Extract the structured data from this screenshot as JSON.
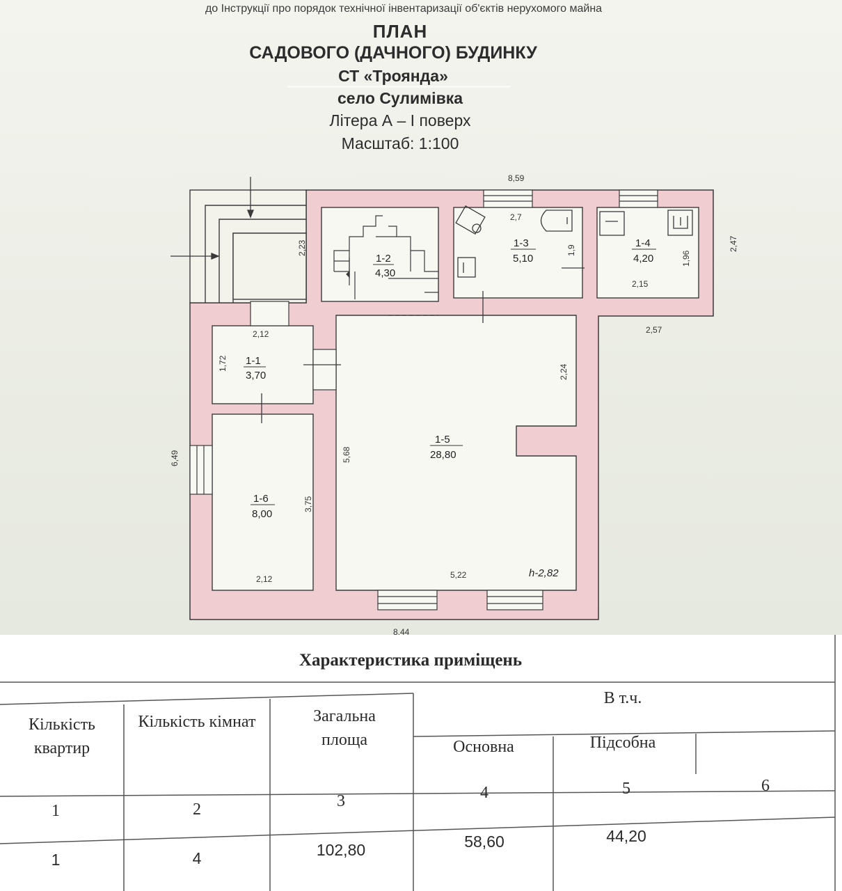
{
  "header": {
    "note": "до Інструкції про порядок технічної інвентаризації об'єктів нерухомого майна",
    "title": "ПЛАН",
    "subtitle": "САДОВОГО (ДАЧНОГО) БУДИНКУ",
    "st": "СТ «Троянда»",
    "village": "село Сулимівка",
    "litera": "Літера А – І поверх",
    "scale": "Масштаб: 1:100"
  },
  "plan": {
    "dims": {
      "top": "8,59",
      "bottom": "8,44",
      "left_height": "6,49",
      "right_1_4": "2,47",
      "porch": "2,23",
      "r1_1_w": "2,12",
      "r1_1_h": "1,72",
      "r1_3_w": "2,7",
      "r1_3_h": "1,9",
      "r1_4_w": "2,15",
      "r1_4_h": "1,96",
      "below_1_4": "2,57",
      "r1_5_upper": "2,24",
      "r1_5_h": "5,68",
      "r1_5_w": "5,22",
      "r1_6_h": "3,75",
      "r1_6_w": "2,12"
    },
    "rooms": [
      {
        "id": "1-1",
        "area": "3,70"
      },
      {
        "id": "1-2",
        "area": "4,30"
      },
      {
        "id": "1-3",
        "area": "5,10"
      },
      {
        "id": "1-4",
        "area": "4,20"
      },
      {
        "id": "1-5",
        "area": "28,80"
      },
      {
        "id": "1-6",
        "area": "8,00"
      }
    ],
    "height": "h-2,82",
    "colors": {
      "wall": "#f0cdd0",
      "line": "#3a3a3a"
    }
  },
  "table": {
    "title": "Характеристика приміщень",
    "headers": {
      "apartments": "Кількість квартир",
      "rooms": "Кількість кімнат",
      "total_area": "Загальна площа",
      "incl": "В т.ч.",
      "main": "Основна",
      "auxiliary": "Підсобна"
    },
    "col_numbers": [
      "1",
      "2",
      "3",
      "4",
      "5",
      "6"
    ],
    "row": {
      "apartments": "1",
      "rooms": "4",
      "total_area": "102,80",
      "main": "58,60",
      "auxiliary": "44,20"
    }
  }
}
